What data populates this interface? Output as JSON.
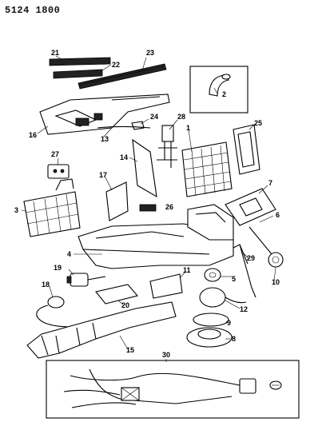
{
  "document_number": "5124 1800",
  "callouts": [
    "1",
    "2",
    "3",
    "4",
    "5",
    "6",
    "7",
    "8",
    "9",
    "10",
    "11",
    "12",
    "13",
    "14",
    "15",
    "16",
    "17",
    "18",
    "19",
    "20",
    "21",
    "22",
    "23",
    "24",
    "25",
    "26",
    "27",
    "28",
    "29",
    "30"
  ]
}
